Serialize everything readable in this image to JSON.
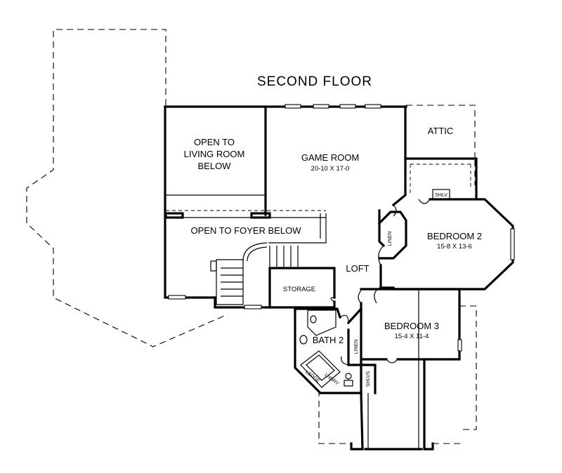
{
  "title": "SECOND FLOOR",
  "rooms": {
    "open_living": [
      "OPEN TO",
      "LIVING ROOM",
      "BELOW"
    ],
    "game_room": {
      "name": "GAME ROOM",
      "dims": "20-10 X 17-0"
    },
    "attic": "ATTIC",
    "open_foyer": "OPEN TO FOYER BELOW",
    "loft": "LOFT",
    "storage": "STORAGE",
    "bedroom2": {
      "name": "BEDROOM 2",
      "dims": "15-8 X 13-6"
    },
    "bedroom3": {
      "name": "BEDROOM 3",
      "dims": "15-4 X 11-4"
    },
    "bath2": "BATH 2"
  },
  "labels": {
    "linen_1": "LINEN",
    "linen_2": "LINEN",
    "shlv": "SHLV",
    "shlvs": "SHLVS",
    "ledge": "LEDGE",
    "lndry": "LNDRY"
  }
}
